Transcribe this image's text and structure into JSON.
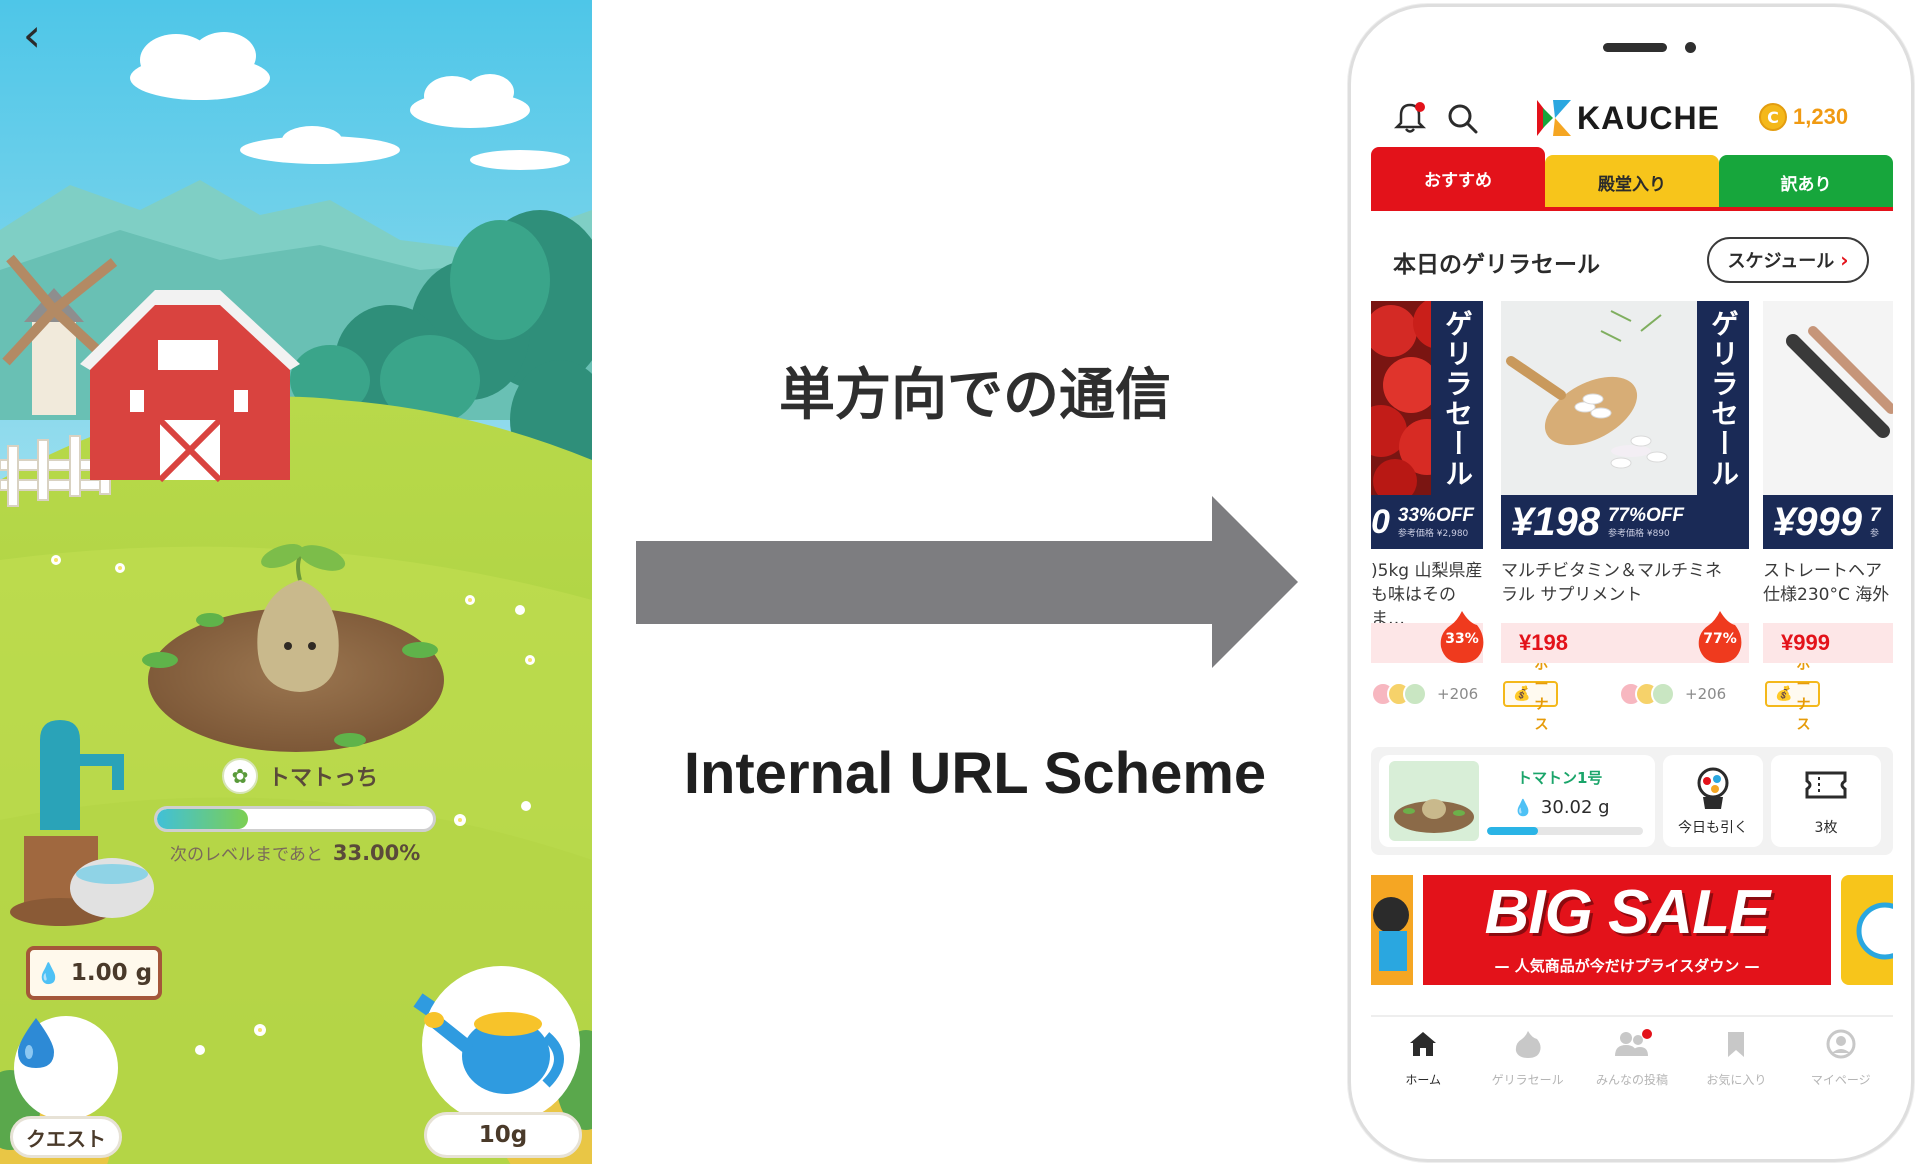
{
  "game": {
    "back_icon": "chevron-left-icon",
    "back_glyph": "‹",
    "plant_name": "トマトっち",
    "level_caption": "次のレベルまであと",
    "level_percent": "33.00%",
    "level_progress": 0.33,
    "water_amount": "1.00 g",
    "quest_label": "クエスト",
    "can_amount": "10g"
  },
  "middle": {
    "title": "単方向での通信",
    "subtitle": "Internal URL Scheme",
    "arrow_color": "#7d7d80"
  },
  "phone": {
    "header": {
      "bell_icon": "bell-icon",
      "search_icon": "search-icon",
      "logo_text": "KAUCHE",
      "coin_symbol": "C",
      "coins": "1,230"
    },
    "tabs": [
      {
        "label": "おすすめ",
        "color": "#e3121a"
      },
      {
        "label": "殿堂入り",
        "color": "#f7c51b"
      },
      {
        "label": "訳あり",
        "color": "#17a63c"
      }
    ],
    "section_title": "本日のゲリラセール",
    "schedule_label": "スケジュール",
    "schedule_chevron": "›",
    "products": [
      {
        "vertical_label": "ゲリラセール",
        "price_big": "0",
        "off": "33%OFF",
        "ref_price": "参考価格 ¥2,980",
        "name_line1": ")5kg 山梨県産",
        "name_line2": "も味はそのま…",
        "discount": "33%",
        "price": "",
        "participants": "+206",
        "bonus": "ボーナス"
      },
      {
        "vertical_label": "ゲリラセール",
        "price_big": "¥198",
        "off": "77%OFF",
        "ref_price": "参考価格 ¥890",
        "name_line1": "マルチビタミン＆マルチミネ",
        "name_line2": "ラル サプリメント",
        "discount": "77%",
        "price": "¥198",
        "participants": "+206",
        "bonus": "ボーナス"
      },
      {
        "price_big": "¥999",
        "off": "7",
        "ref_price": "参",
        "name_line1": "ストレートヘア",
        "name_line2": "仕様230°C 海外",
        "price": "¥999"
      }
    ],
    "widgets": {
      "tomato_name": "トマトン1号",
      "tomato_water": "30.02 g",
      "tomato_progress": 0.33,
      "gacha_label": "今日も引く",
      "ticket_label": "3枚"
    },
    "banner": {
      "title": "BIG SALE",
      "subtitle": "— 人気商品が今だけプライスダウン —"
    },
    "nav": [
      {
        "label": "ホーム",
        "icon": "home-icon",
        "active": true
      },
      {
        "label": "ゲリラセール",
        "icon": "flame-icon",
        "active": false
      },
      {
        "label": "みんなの投稿",
        "icon": "people-icon",
        "active": false
      },
      {
        "label": "お気に入り",
        "icon": "bookmark-icon",
        "active": false
      },
      {
        "label": "マイページ",
        "icon": "user-icon",
        "active": false
      }
    ]
  }
}
